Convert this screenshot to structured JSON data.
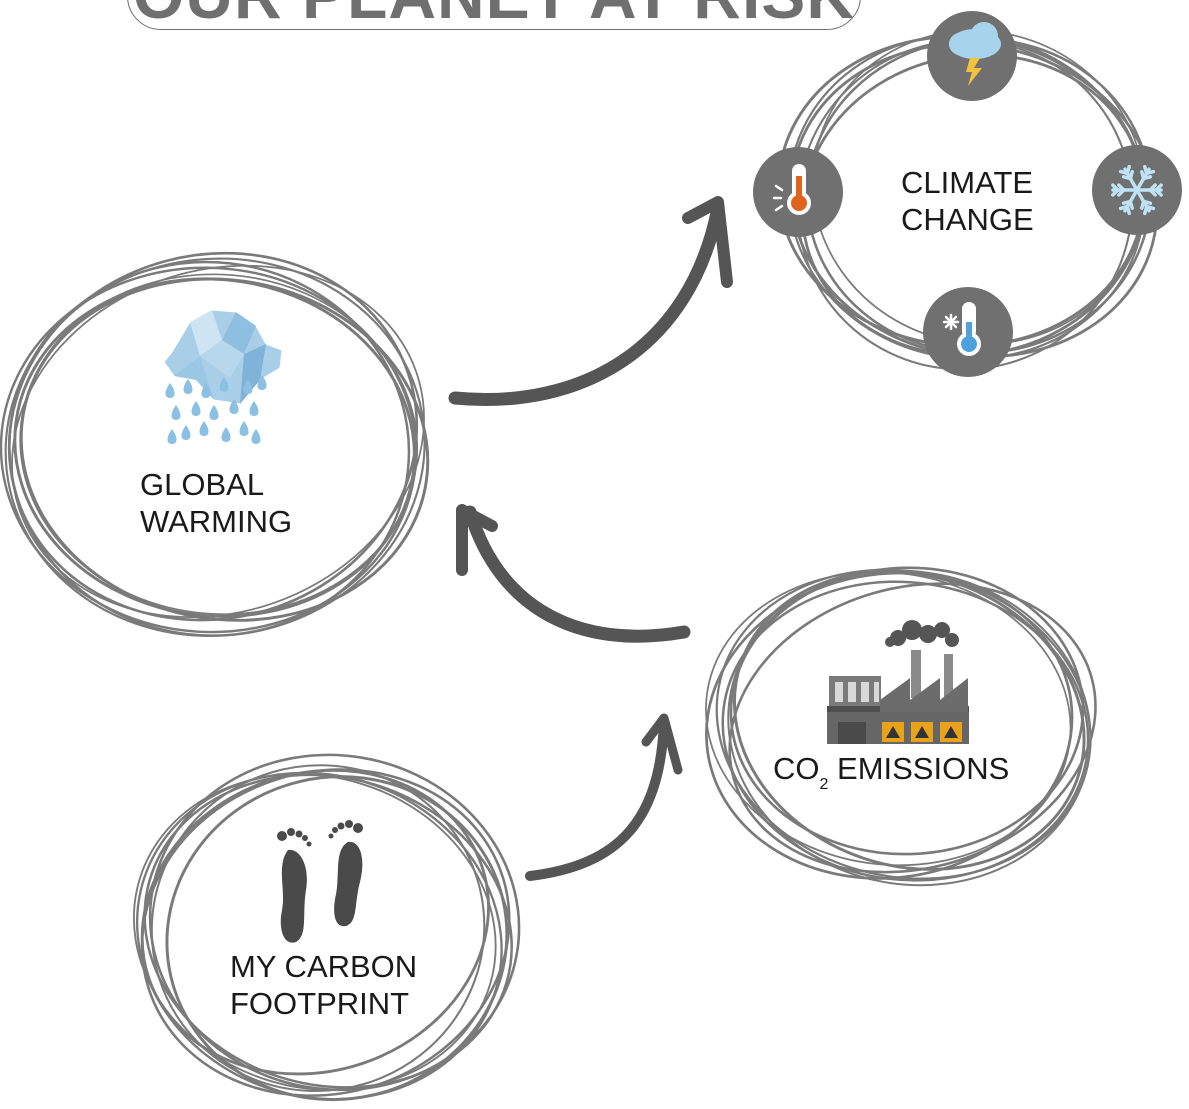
{
  "title": "OUR PLANET AT RISK",
  "nodes": {
    "climate_change": {
      "lines": [
        "CLIMATE",
        "CHANGE"
      ]
    },
    "global_warming": {
      "lines": [
        "GLOBAL",
        "WARMING"
      ]
    },
    "co2_emissions": {
      "prefix": "CO",
      "subscript": "2",
      "suffix": " EMISSIONS"
    },
    "carbon_footprint": {
      "lines": [
        "MY CARBON",
        "FOOTPRINT"
      ]
    }
  },
  "colors": {
    "scribble": "#7a7a7a",
    "arrow": "#555555",
    "icon_disc": "#707070",
    "ice": "#9fc8e4",
    "warm": "#e0641e",
    "cold": "#4ea1dc",
    "hazard": "#e8a21c",
    "factory": "#666666"
  },
  "icons": [
    "iceberg-rain-icon",
    "storm-cloud-icon",
    "hot-thermometer-icon",
    "snowflake-icon",
    "cold-thermometer-icon",
    "factory-icon",
    "footprints-icon"
  ]
}
